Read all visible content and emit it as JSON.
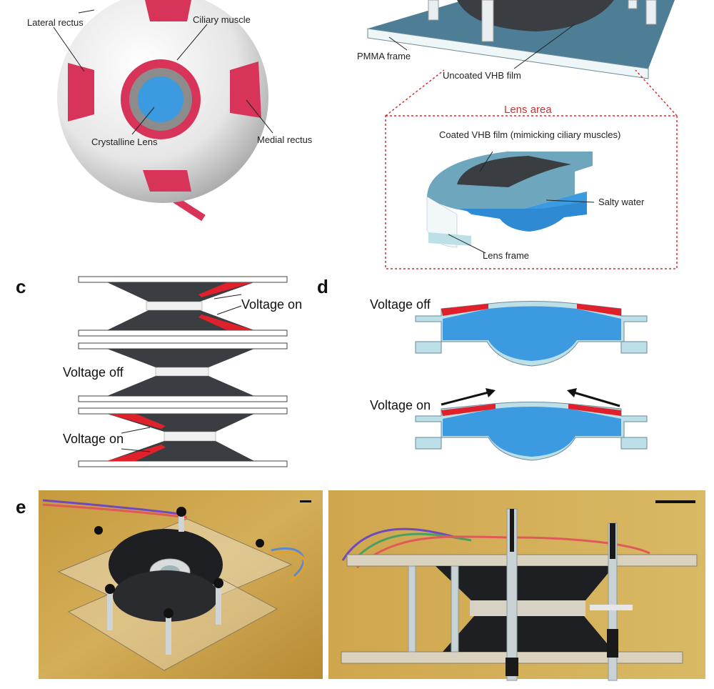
{
  "eye": {
    "labels": {
      "lateral_rectus": "Lateral rectus",
      "ciliary_muscle": "Ciliary muscle",
      "crystalline_lens": "Crystalline Lens",
      "medial_rectus": "Medial rectus"
    }
  },
  "device": {
    "labels": {
      "pmma_frame": "PMMA frame",
      "uncoated_vhb": "Uncoated VHB film",
      "lens_area": "Lens area",
      "coated_vhb": "Coated VHB film (mimicking ciliary muscles)",
      "salty_water": "Salty water",
      "lens_frame": "Lens frame"
    }
  },
  "panel_c": {
    "letter": "c",
    "voltage_on_top": "Voltage on",
    "voltage_off": "Voltage off",
    "voltage_on_bottom": "Voltage on"
  },
  "panel_d": {
    "letter": "d",
    "voltage_off": "Voltage off",
    "voltage_on": "Voltage on"
  },
  "panel_e": {
    "letter": "e"
  },
  "colors": {
    "muscle_red": "#d8345a",
    "lens_blue": "#3b9ae0",
    "film_dark": "#3a3d42",
    "frame_light": "#bcdfe8",
    "actuator_red": "#e0202a",
    "dotted_box": "#d03030",
    "photo_bg": "#c9a24a"
  }
}
